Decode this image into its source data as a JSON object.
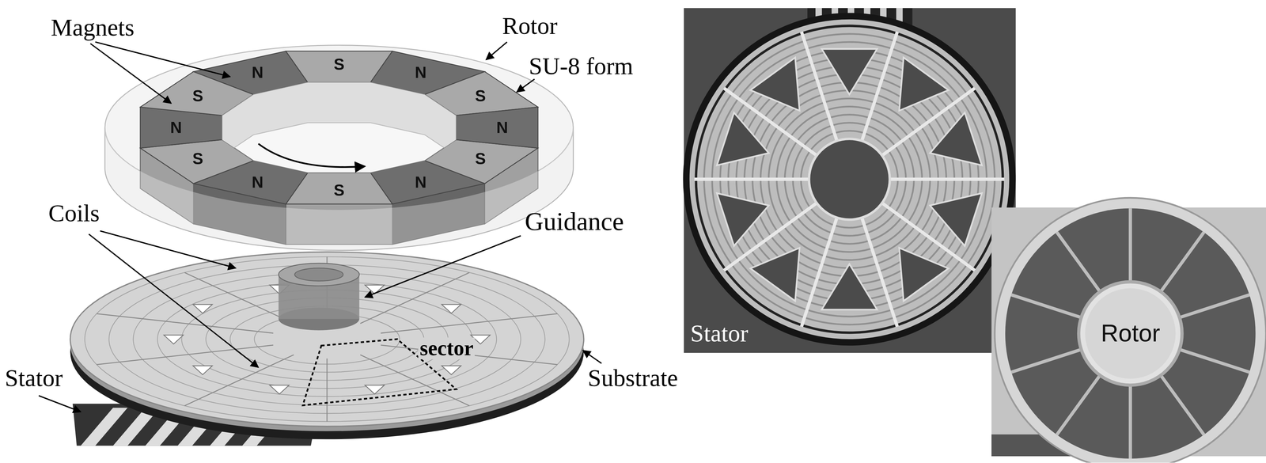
{
  "diagram": {
    "nodes": [
      {
        "text": [
          "Stator"
        ]
      },
      {
        "text": [
          "Rotor"
        ]
      }
    ],
    "labels": [
      "Magnets",
      "Rotor",
      "SU-8 form",
      "Coils",
      "Guidance",
      "Stator",
      "Substrate",
      "sector",
      "N",
      "S",
      "N",
      "S",
      "N",
      "S",
      "N",
      "S",
      "N",
      "S",
      "N",
      "S"
    ]
  }
}
